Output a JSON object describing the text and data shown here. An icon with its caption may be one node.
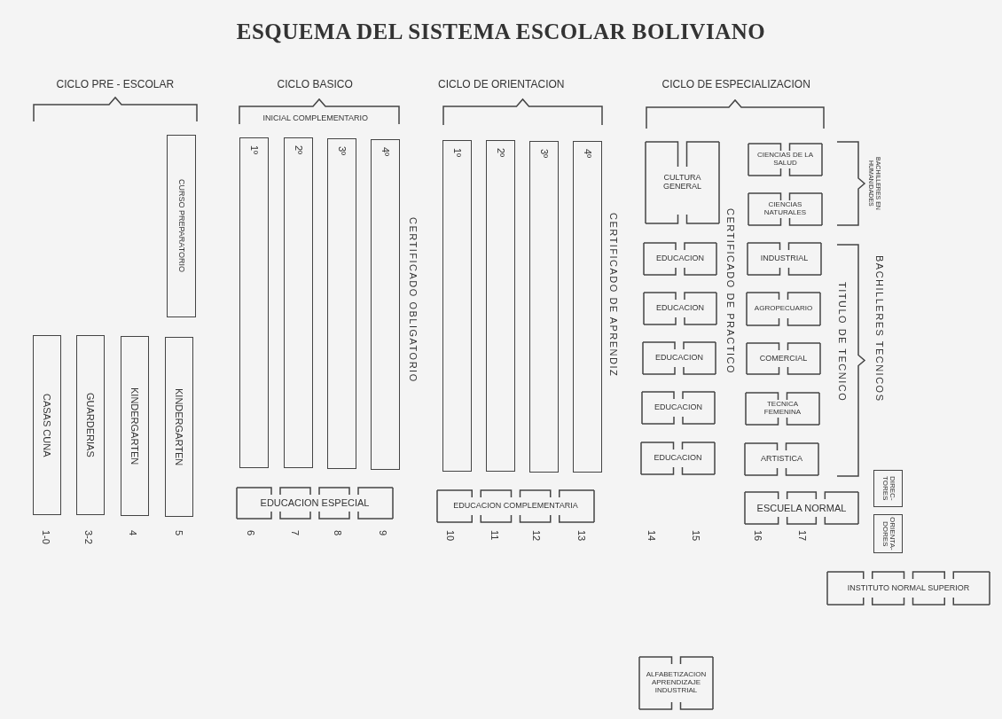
{
  "diagram": {
    "title": "ESQUEMA DEL SISTEMA ESCOLAR BOLIVIANO",
    "nodes": [
      {
        "text": [
          "CURSO PREPARATORIO"
        ]
      },
      {
        "text": [
          "CASAS CUNA"
        ]
      },
      {
        "text": [
          "GUARDERIAS"
        ]
      },
      {
        "text": [
          "KINDERGARTEN"
        ]
      },
      {
        "text": [
          "KINDERGARTEN"
        ]
      },
      {
        "text": [
          "1º"
        ]
      },
      {
        "text": [
          "2º"
        ]
      },
      {
        "text": [
          "3º"
        ]
      },
      {
        "text": [
          "4º"
        ]
      },
      {
        "text": [
          "EDUCACION ESPECIAL"
        ]
      },
      {
        "text": [
          "1º"
        ]
      },
      {
        "text": [
          "2º"
        ]
      },
      {
        "text": [
          "3º"
        ]
      },
      {
        "text": [
          "4º"
        ]
      },
      {
        "text": [
          "EDUCACION COMPLEMENTARIA"
        ]
      },
      {
        "text": [
          "CULTURA GENERAL"
        ]
      },
      {
        "text": [
          "EDUCACION"
        ]
      },
      {
        "text": [
          "EDUCACION"
        ]
      },
      {
        "text": [
          "EDUCACION"
        ]
      },
      {
        "text": [
          "EDUCACION"
        ]
      },
      {
        "text": [
          "EDUCACION"
        ]
      },
      {
        "text": [
          "CIENCIAS DE LA SALUD"
        ]
      },
      {
        "text": [
          "CIENCIAS NATURALES"
        ]
      },
      {
        "text": [
          "INDUSTRIAL"
        ]
      },
      {
        "text": [
          "AGROPECUARIO"
        ]
      },
      {
        "text": [
          "COMERCIAL"
        ]
      },
      {
        "text": [
          "TECNICA FEMENINA"
        ]
      },
      {
        "text": [
          "ARTISTICA"
        ]
      },
      {
        "text": [
          "ESCUELA NORMAL"
        ]
      },
      {
        "text": [
          "DIREC- TORES"
        ]
      },
      {
        "text": [
          "ORIENTA- DORES"
        ]
      },
      {
        "text": [
          "INSTITUTO NORMAL SUPERIOR"
        ]
      },
      {
        "text": [
          "ALFABETIZACION APRENDIZAJE INDUSTRIAL"
        ]
      }
    ],
    "edges": [],
    "labels": [
      "CICLO PRE - ESCOLAR",
      "CICLO BASICO",
      "CICLO DE ORIENTACION",
      "CICLO DE ESPECIALIZACION",
      "INICIAL COMPLEMENTARIO",
      "CERTIFICADO OBLIGATORIO",
      "CERTIFICADO DE APRENDIZ",
      "CERTIFICADO DE PRACTICO",
      "BACHILLERES EN HUMANIDADES",
      "TITULO DE TECNICO",
      "BACHILLERES TECNICOS",
      "1-0",
      "3-2",
      "4",
      "5",
      "6",
      "7",
      "8",
      "9",
      "10",
      "11",
      "12",
      "13",
      "14",
      "15",
      "16",
      "17"
    ]
  }
}
